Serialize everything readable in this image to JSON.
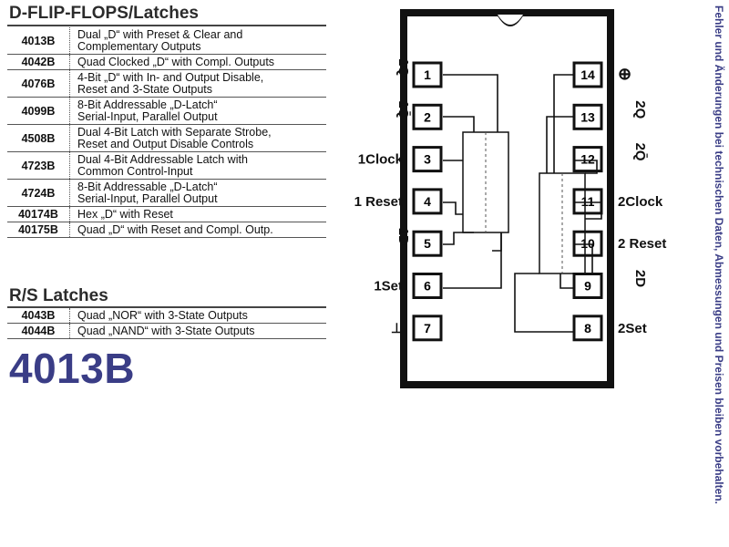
{
  "sections": {
    "d_flipflops": {
      "title": "D-FLIP-FLOPS/Latches",
      "rows": [
        {
          "part": "4013B",
          "lines": [
            "Dual „D“ with Preset & Clear and",
            "Complementary Outputs"
          ]
        },
        {
          "part": "4042B",
          "lines": [
            "Quad Clocked „D“ with Compl. Outputs"
          ]
        },
        {
          "part": "4076B",
          "lines": [
            "4-Bit „D“ with In- and Output Disable,",
            "Reset and 3-State Outputs"
          ]
        },
        {
          "part": "4099B",
          "lines": [
            "8-Bit Addressable „D-Latch“",
            "Serial-Input, Parallel Output"
          ]
        },
        {
          "part": "4508B",
          "lines": [
            "Dual 4-Bit Latch with Separate Strobe,",
            "Reset and Output Disable Controls"
          ]
        },
        {
          "part": "4723B",
          "lines": [
            "Dual 4-Bit Addressable Latch with",
            "Common Control-Input"
          ]
        },
        {
          "part": "4724B",
          "lines": [
            "8-Bit Addressable „D-Latch“",
            "Serial-Input, Parallel Output"
          ]
        },
        {
          "part": "40174B",
          "lines": [
            "Hex „D“ with Reset"
          ]
        },
        {
          "part": "40175B",
          "lines": [
            "Quad „D“ with Reset and Compl. Outp."
          ]
        }
      ]
    },
    "rs_latches": {
      "title": "R/S Latches",
      "rows": [
        {
          "part": "4043B",
          "lines": [
            "Quad „NOR“ with 3-State Outputs"
          ]
        },
        {
          "part": "4044B",
          "lines": [
            "Quad „NAND“ with 3-State Outputs"
          ]
        }
      ]
    }
  },
  "big_title": "4013B",
  "side_note": "Fehler und Änderungen bei technischen Daten, Abmessungen und Preisen bleiben vorbehalten.",
  "pinout": {
    "left_pins": [
      {
        "num": "1",
        "label": "1Q"
      },
      {
        "num": "2",
        "label": "1Q̄"
      },
      {
        "num": "3",
        "label": "1Clock"
      },
      {
        "num": "4",
        "label": "1 Reset"
      },
      {
        "num": "5",
        "label": "1D"
      },
      {
        "num": "6",
        "label": "1Set"
      },
      {
        "num": "7",
        "label": "⊥"
      }
    ],
    "right_pins": [
      {
        "num": "14",
        "label": "⊕"
      },
      {
        "num": "13",
        "label": "2Q"
      },
      {
        "num": "12",
        "label": "2Q̄"
      },
      {
        "num": "11",
        "label": "2Clock"
      },
      {
        "num": "10",
        "label": "2 Reset"
      },
      {
        "num": "9",
        "label": "2D"
      },
      {
        "num": "8",
        "label": "2Set"
      }
    ]
  },
  "colors": {
    "accent": "#3a3d86",
    "ink": "#111111"
  }
}
